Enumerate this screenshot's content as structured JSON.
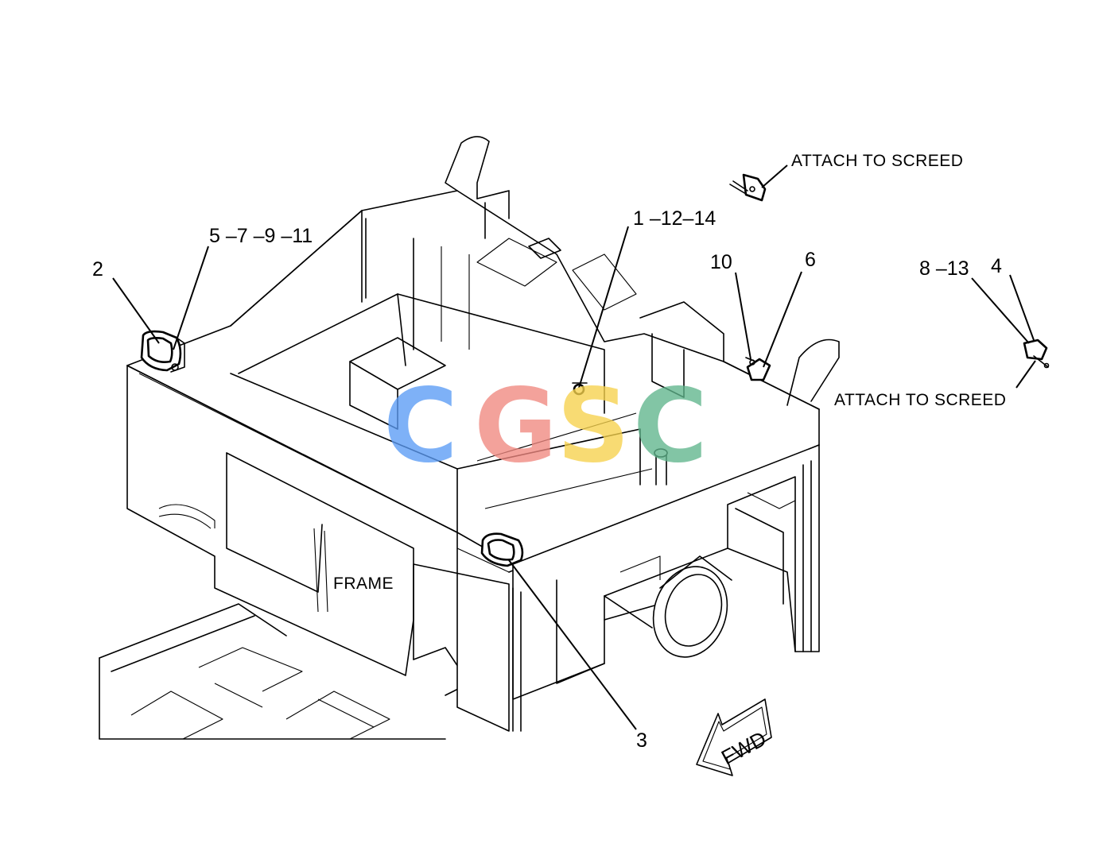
{
  "callouts": {
    "c2": "2",
    "c5_7_9_11": "5 –7 –9 –11",
    "c1_12_14": "1 –12–14",
    "c10": "10",
    "c6": "6",
    "c8_13": "8 –13",
    "c4": "4",
    "c3": "3"
  },
  "notes": {
    "attach_top": "ATTACH TO SCREED",
    "attach_right": "ATTACH TO SCREED"
  },
  "labels": {
    "frame": "FRAME",
    "fwd": "FWD"
  },
  "watermark": {
    "letters": [
      "C",
      "G",
      "S",
      "C"
    ],
    "colors": [
      "#5b9cf5",
      "#f08880",
      "#f7d24c",
      "#5fb58c"
    ]
  }
}
